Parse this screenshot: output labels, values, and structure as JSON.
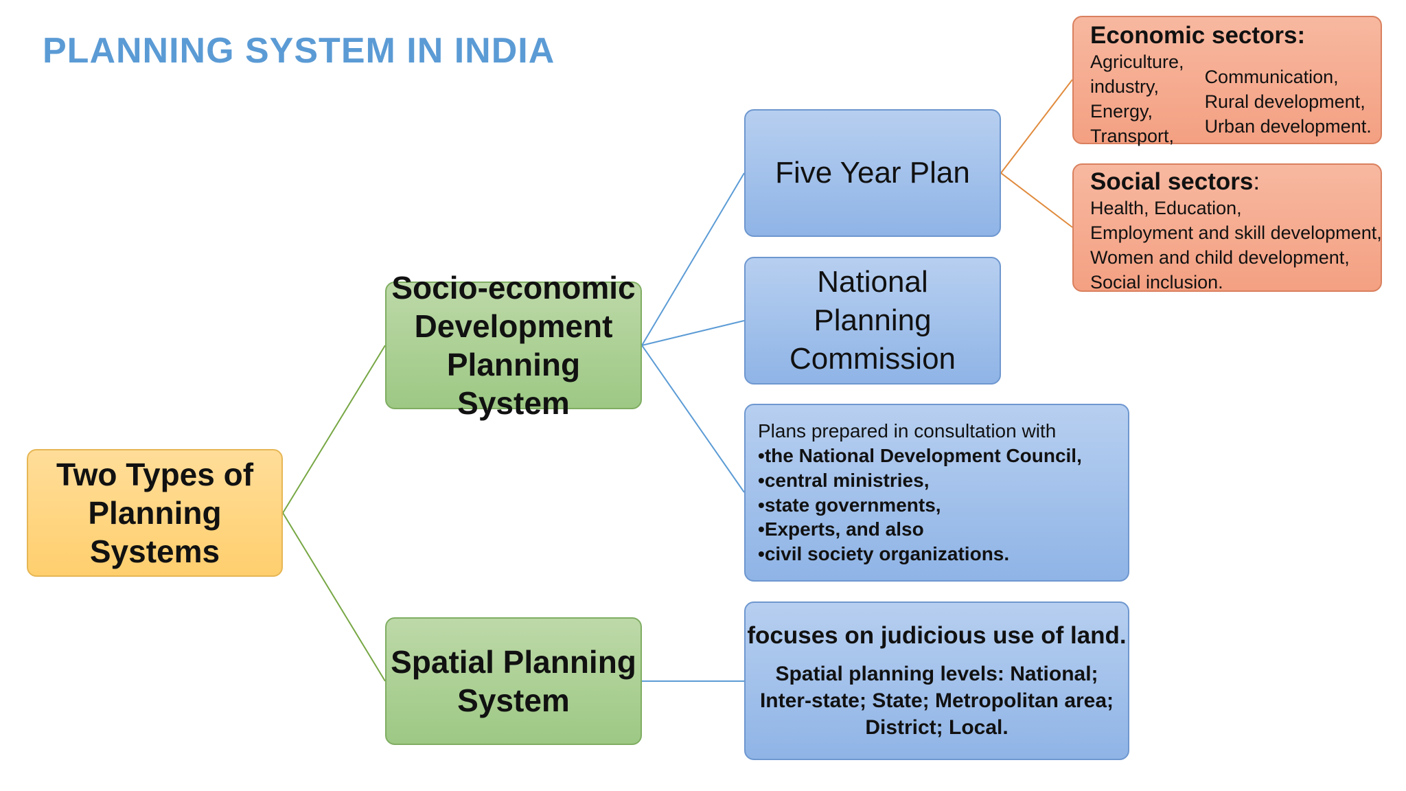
{
  "title": "PLANNING SYSTEM IN INDIA",
  "root": {
    "lines": [
      "Two Types of",
      "Planning",
      "Systems"
    ]
  },
  "socio": {
    "lines": [
      "Socio-economic",
      "Development",
      "Planning System"
    ]
  },
  "spatial": {
    "lines": [
      "Spatial Planning",
      "System"
    ]
  },
  "five_year_plan": {
    "label": "Five Year Plan"
  },
  "npc": {
    "lines": [
      "National",
      "Planning",
      "Commission"
    ]
  },
  "plans": {
    "intro": "Plans prepared in consultation with",
    "items": [
      "the National Development Council,",
      "central ministries,",
      "state governments,",
      "Experts, and also",
      "civil society organizations."
    ]
  },
  "spatial_focus": {
    "head": "focuses on judicious use of land.",
    "levels": [
      "Spatial planning levels: National;",
      "Inter-state; State; Metropolitan area;",
      "District; Local."
    ]
  },
  "economic": {
    "head": "Economic sectors:",
    "col1": [
      "Agriculture,",
      "industry,",
      "Energy,",
      "Transport,"
    ],
    "col2": [
      "Communication,",
      "Rural development,",
      "Urban development."
    ]
  },
  "social": {
    "head": "Social sectors",
    "colon": ":",
    "items": [
      "Health, Education,",
      "Employment and skill development,",
      "Women and child development,",
      "Social inclusion."
    ]
  },
  "colors": {
    "title": "#5b9bd5",
    "green_line": "#77a744",
    "blue_line": "#5b9bd5",
    "orange_line": "#e08a3c"
  }
}
